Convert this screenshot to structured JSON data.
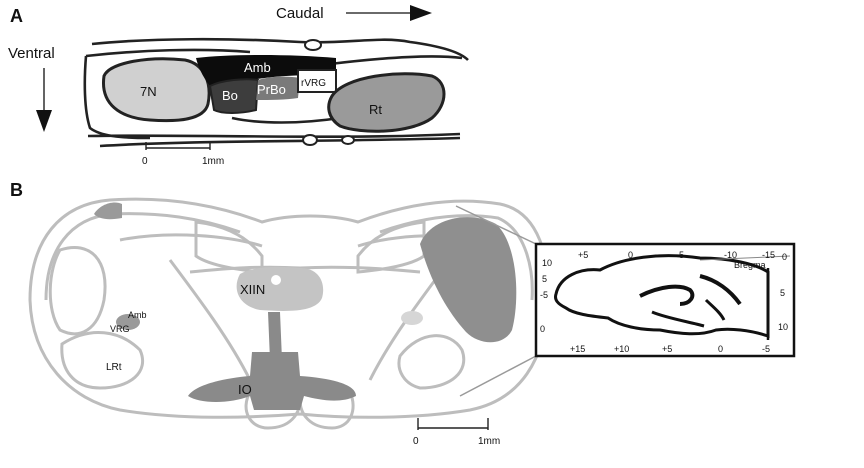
{
  "panel_a": {
    "label": "A",
    "direction_caudal": "Caudal",
    "direction_ventral": "Ventral",
    "regions": {
      "r7n": "7N",
      "amb": "Amb",
      "bo": "Bo",
      "prbo": "PrBo",
      "rvrg": "rVRG",
      "rt": "Rt"
    },
    "scale_start": "0",
    "scale_end": "1mm"
  },
  "panel_b": {
    "label": "B",
    "regions": {
      "xiin": "XIIN",
      "amb": "Amb",
      "vrg": "VRG",
      "lrt": "LRt",
      "io": "IO"
    },
    "scale_start": "0",
    "scale_end": "1mm",
    "inset": {
      "top_ticks": [
        "+5",
        "0",
        "-5",
        "-10",
        "-15"
      ],
      "bottom_ticks": [
        "+15",
        "+10",
        "+5",
        "0",
        "-5"
      ],
      "left_ticks": [
        "10",
        "5",
        "-5",
        "0"
      ],
      "right_ticks": [
        "0",
        "5",
        "10"
      ],
      "bregma": "Bregma"
    }
  }
}
